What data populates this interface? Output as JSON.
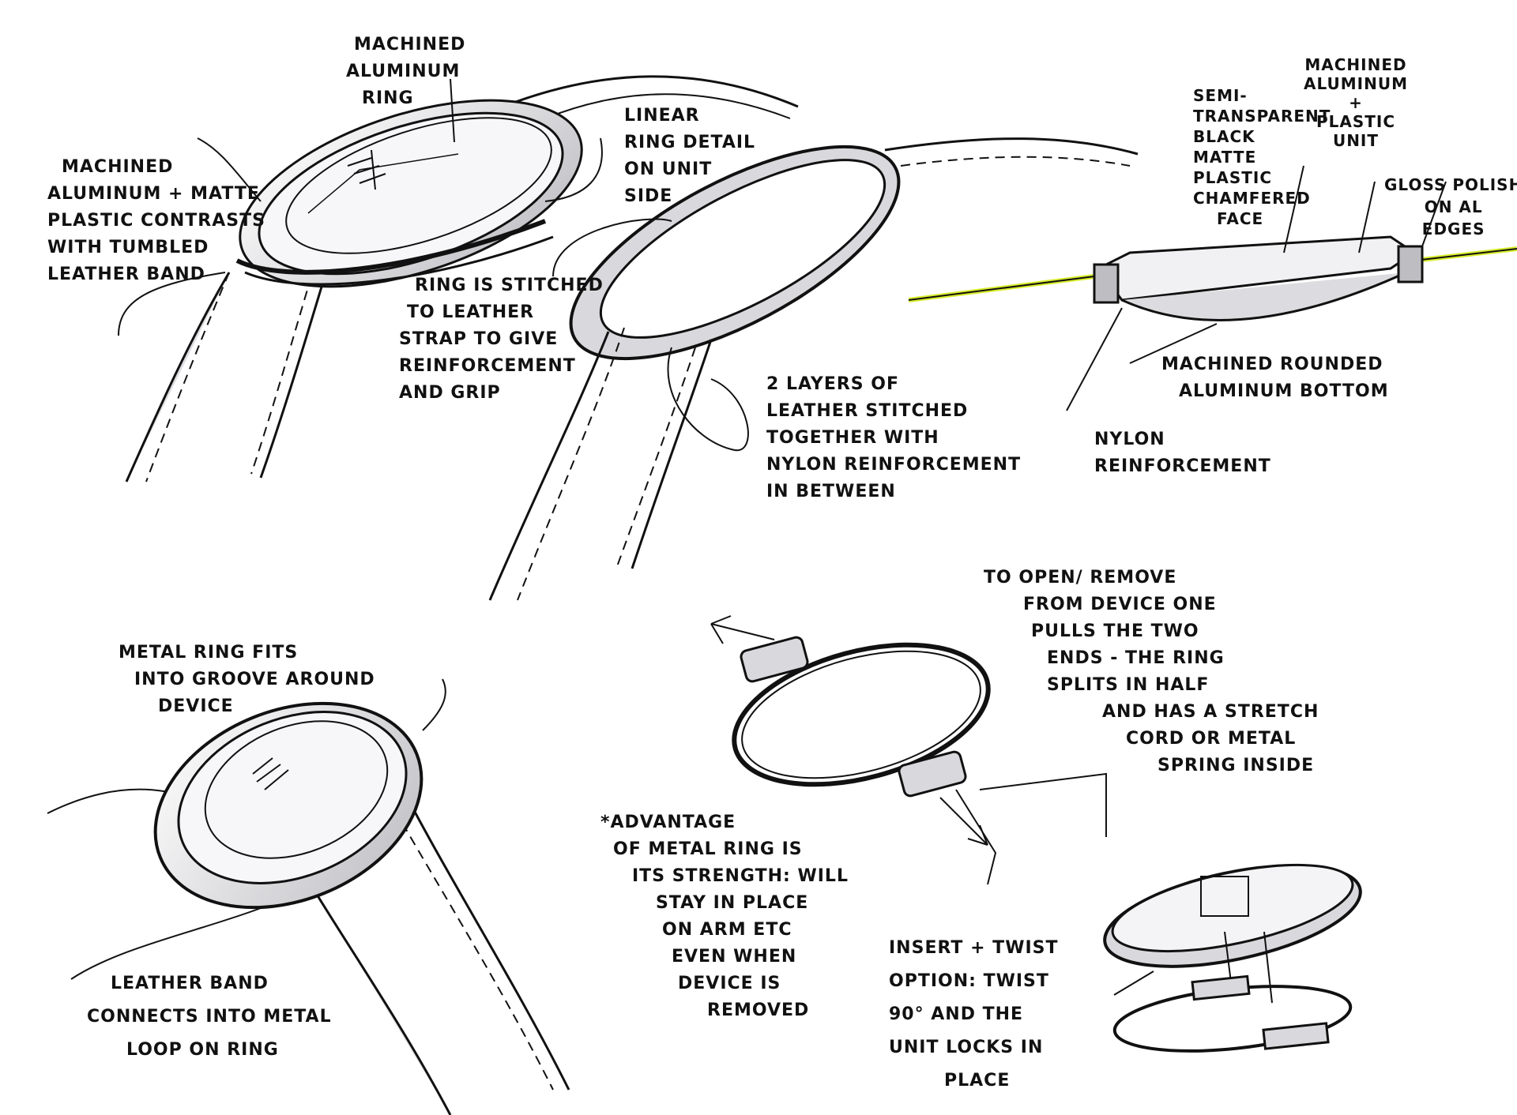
{
  "notes": {
    "ring_top": [
      "MACHINED",
      "ALUMINUM",
      "RING"
    ],
    "contrast": [
      "MACHINED",
      "ALUMINUM + MATTE",
      "PLASTIC CONTRASTS",
      "WITH TUMBLED",
      "LEATHER BAND"
    ],
    "linear": [
      "LINEAR",
      "RING DETAIL",
      "ON UNIT",
      "SIDE"
    ],
    "stitched": [
      "RING IS STITCHED",
      "TO LEATHER",
      "STRAP TO GIVE",
      "REINFORCEMENT",
      "AND GRIP"
    ],
    "layers": [
      "2 LAYERS OF",
      "LEATHER STITCHED",
      "TOGETHER WITH",
      "NYLON REINFORCEMENT",
      "IN BETWEEN"
    ],
    "semi": [
      "SEMI-",
      "TRANSPARENT",
      "BLACK",
      "MATTE",
      "PLASTIC",
      "CHAMFERED",
      "FACE"
    ],
    "unit": [
      "MACHINED",
      "ALUMINUM",
      "+",
      "PLASTIC",
      "UNIT"
    ],
    "gloss": [
      "GLOSS POLISH",
      "ON AL",
      "EDGES"
    ],
    "bottom": [
      "MACHINED ROUNDED",
      "ALUMINUM BOTTOM"
    ],
    "nylon": [
      "NYLON",
      "REINFORCEMENT"
    ],
    "metal_ring": [
      "METAL RING FITS",
      "INTO GROOVE AROUND",
      "DEVICE"
    ],
    "open": [
      "TO OPEN/ REMOVE",
      "FROM DEVICE ONE",
      "PULLS THE TWO",
      "ENDS - THE RING",
      "SPLITS IN HALF",
      "AND HAS A STRETCH",
      "CORD OR METAL",
      "SPRING INSIDE"
    ],
    "advantage": [
      "*ADVANTAGE",
      "OF METAL RING IS",
      "ITS STRENGTH: WILL",
      "STAY IN PLACE",
      "ON ARM ETC",
      "EVEN WHEN",
      "DEVICE IS",
      "REMOVED"
    ],
    "leather_band": [
      "LEATHER BAND",
      "CONNECTS INTO METAL",
      "LOOP ON RING"
    ],
    "insert": [
      "INSERT + TWIST",
      "OPTION: TWIST",
      "90° AND THE",
      "UNIT LOCKS IN",
      "PLACE"
    ]
  },
  "colors": {
    "ink": "#111111",
    "marker": "#c9c9cc",
    "accent": "#d8ec2a"
  }
}
